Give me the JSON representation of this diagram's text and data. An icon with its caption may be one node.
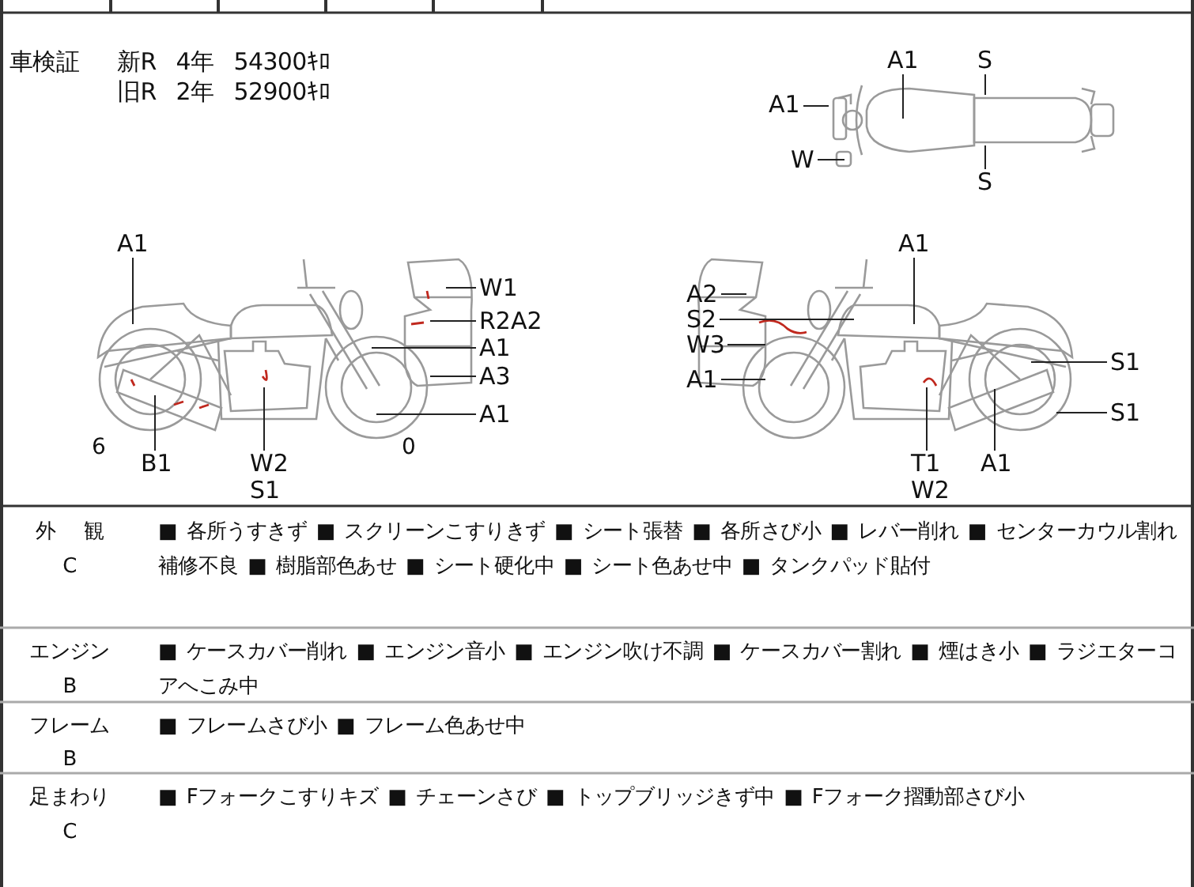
{
  "diagram": {
    "nodes": [
      {
        "text": [
          "A1"
        ]
      },
      {
        "text": [
          "W1"
        ]
      },
      {
        "text": [
          "R2A2"
        ]
      },
      {
        "text": [
          "A1"
        ]
      },
      {
        "text": [
          "A3"
        ]
      },
      {
        "text": [
          "A1"
        ]
      },
      {
        "text": [
          "B1"
        ]
      },
      {
        "text": [
          "W2",
          "S1"
        ]
      },
      {
        "text": [
          "A1"
        ]
      },
      {
        "text": [
          "S"
        ]
      },
      {
        "text": [
          "A1"
        ]
      },
      {
        "text": [
          "W"
        ]
      },
      {
        "text": [
          "S"
        ]
      },
      {
        "text": [
          "A2"
        ]
      },
      {
        "text": [
          "S2"
        ]
      },
      {
        "text": [
          "W3"
        ]
      },
      {
        "text": [
          "A1"
        ]
      },
      {
        "text": [
          "A1"
        ]
      },
      {
        "text": [
          "S1"
        ]
      },
      {
        "text": [
          "S1"
        ]
      },
      {
        "text": [
          "T1",
          "W2"
        ]
      },
      {
        "text": [
          "A1"
        ]
      },
      {
        "text": [],
        "shape": "picture"
      },
      {
        "text": [],
        "shape": "picture"
      },
      {
        "text": [],
        "shape": "picture"
      }
    ],
    "edges": [
      {
        "from": 0,
        "to": 22,
        "arrow": "none"
      },
      {
        "from": 1,
        "to": 22,
        "arrow": "none"
      },
      {
        "from": 2,
        "to": 22,
        "arrow": "none"
      },
      {
        "from": 3,
        "to": 22,
        "arrow": "none"
      },
      {
        "from": 4,
        "to": 22,
        "arrow": "none"
      },
      {
        "from": 5,
        "to": 22,
        "arrow": "none"
      },
      {
        "from": 6,
        "to": 22,
        "arrow": "none"
      },
      {
        "from": 7,
        "to": 22,
        "arrow": "none"
      },
      {
        "from": 8,
        "to": 23,
        "arrow": "none"
      },
      {
        "from": 9,
        "to": 23,
        "arrow": "none"
      },
      {
        "from": 10,
        "to": 23,
        "arrow": "none"
      },
      {
        "from": 11,
        "to": 23,
        "arrow": "none"
      },
      {
        "from": 12,
        "to": 23,
        "arrow": "none"
      },
      {
        "from": 13,
        "to": 24,
        "arrow": "none"
      },
      {
        "from": 14,
        "to": 24,
        "arrow": "none"
      },
      {
        "from": 15,
        "to": 24,
        "arrow": "none"
      },
      {
        "from": 16,
        "to": 24,
        "arrow": "none"
      },
      {
        "from": 17,
        "to": 24,
        "arrow": "none"
      },
      {
        "from": 18,
        "to": 24,
        "arrow": "none"
      },
      {
        "from": 19,
        "to": 24,
        "arrow": "none"
      },
      {
        "from": 20,
        "to": 24,
        "arrow": "none"
      },
      {
        "from": 21,
        "to": 24,
        "arrow": "none"
      }
    ],
    "labels": [
      "車検証",
      "新R 4年 54300ｷﾛ",
      "旧R 2年 52900ｷﾛ",
      "6",
      "0",
      "外 観",
      "C",
      "■ 各所うすきず ■ スクリーンこすりきず ■ シート張替 ■ 各所さび小 ■ レバー削れ ■ センターカウル割れ補修不良 ■ 樹脂部色あせ ■ シート硬化中 ■ シート色あせ中 ■ タンクパッド貼付",
      "エンジン",
      "B",
      "■ ケースカバー削れ ■ エンジン音小 ■ エンジン吹け不調 ■ ケースカバー割れ ■ 煙はき小 ■ ラジエターコアへこみ中",
      "フレーム",
      "B",
      "■ フレームさび小 ■ フレーム色あせ中",
      "足まわり",
      "C",
      "■ Fフォークこすりキズ ■ チェーンさび ■ トップブリッジきず中 ■ Fフォーク摺動部さび小"
    ]
  }
}
